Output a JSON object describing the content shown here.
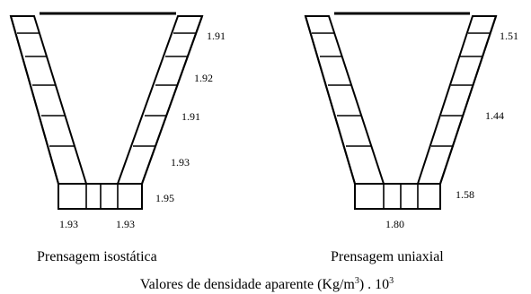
{
  "diagrams": [
    {
      "caption": "Prensagem isostática",
      "values": {
        "wall_1": "1.91",
        "wall_2": "1.92",
        "wall_3": "1.91",
        "wall_4": "1.93",
        "wall_5": "1.95",
        "base_left": "1.93",
        "base_right": "1.93"
      }
    },
    {
      "caption": "Prensagem uniaxial",
      "values": {
        "wall_top": "1.51",
        "wall_mid": "1.44",
        "wall_low": "1.58",
        "base": "1.80"
      }
    }
  ],
  "footer": {
    "caption_prefix": "Valores de densidade aparente (Kg/m",
    "caption_exp": "3",
    "caption_mid": ") . 10",
    "caption_exp2": "3"
  }
}
